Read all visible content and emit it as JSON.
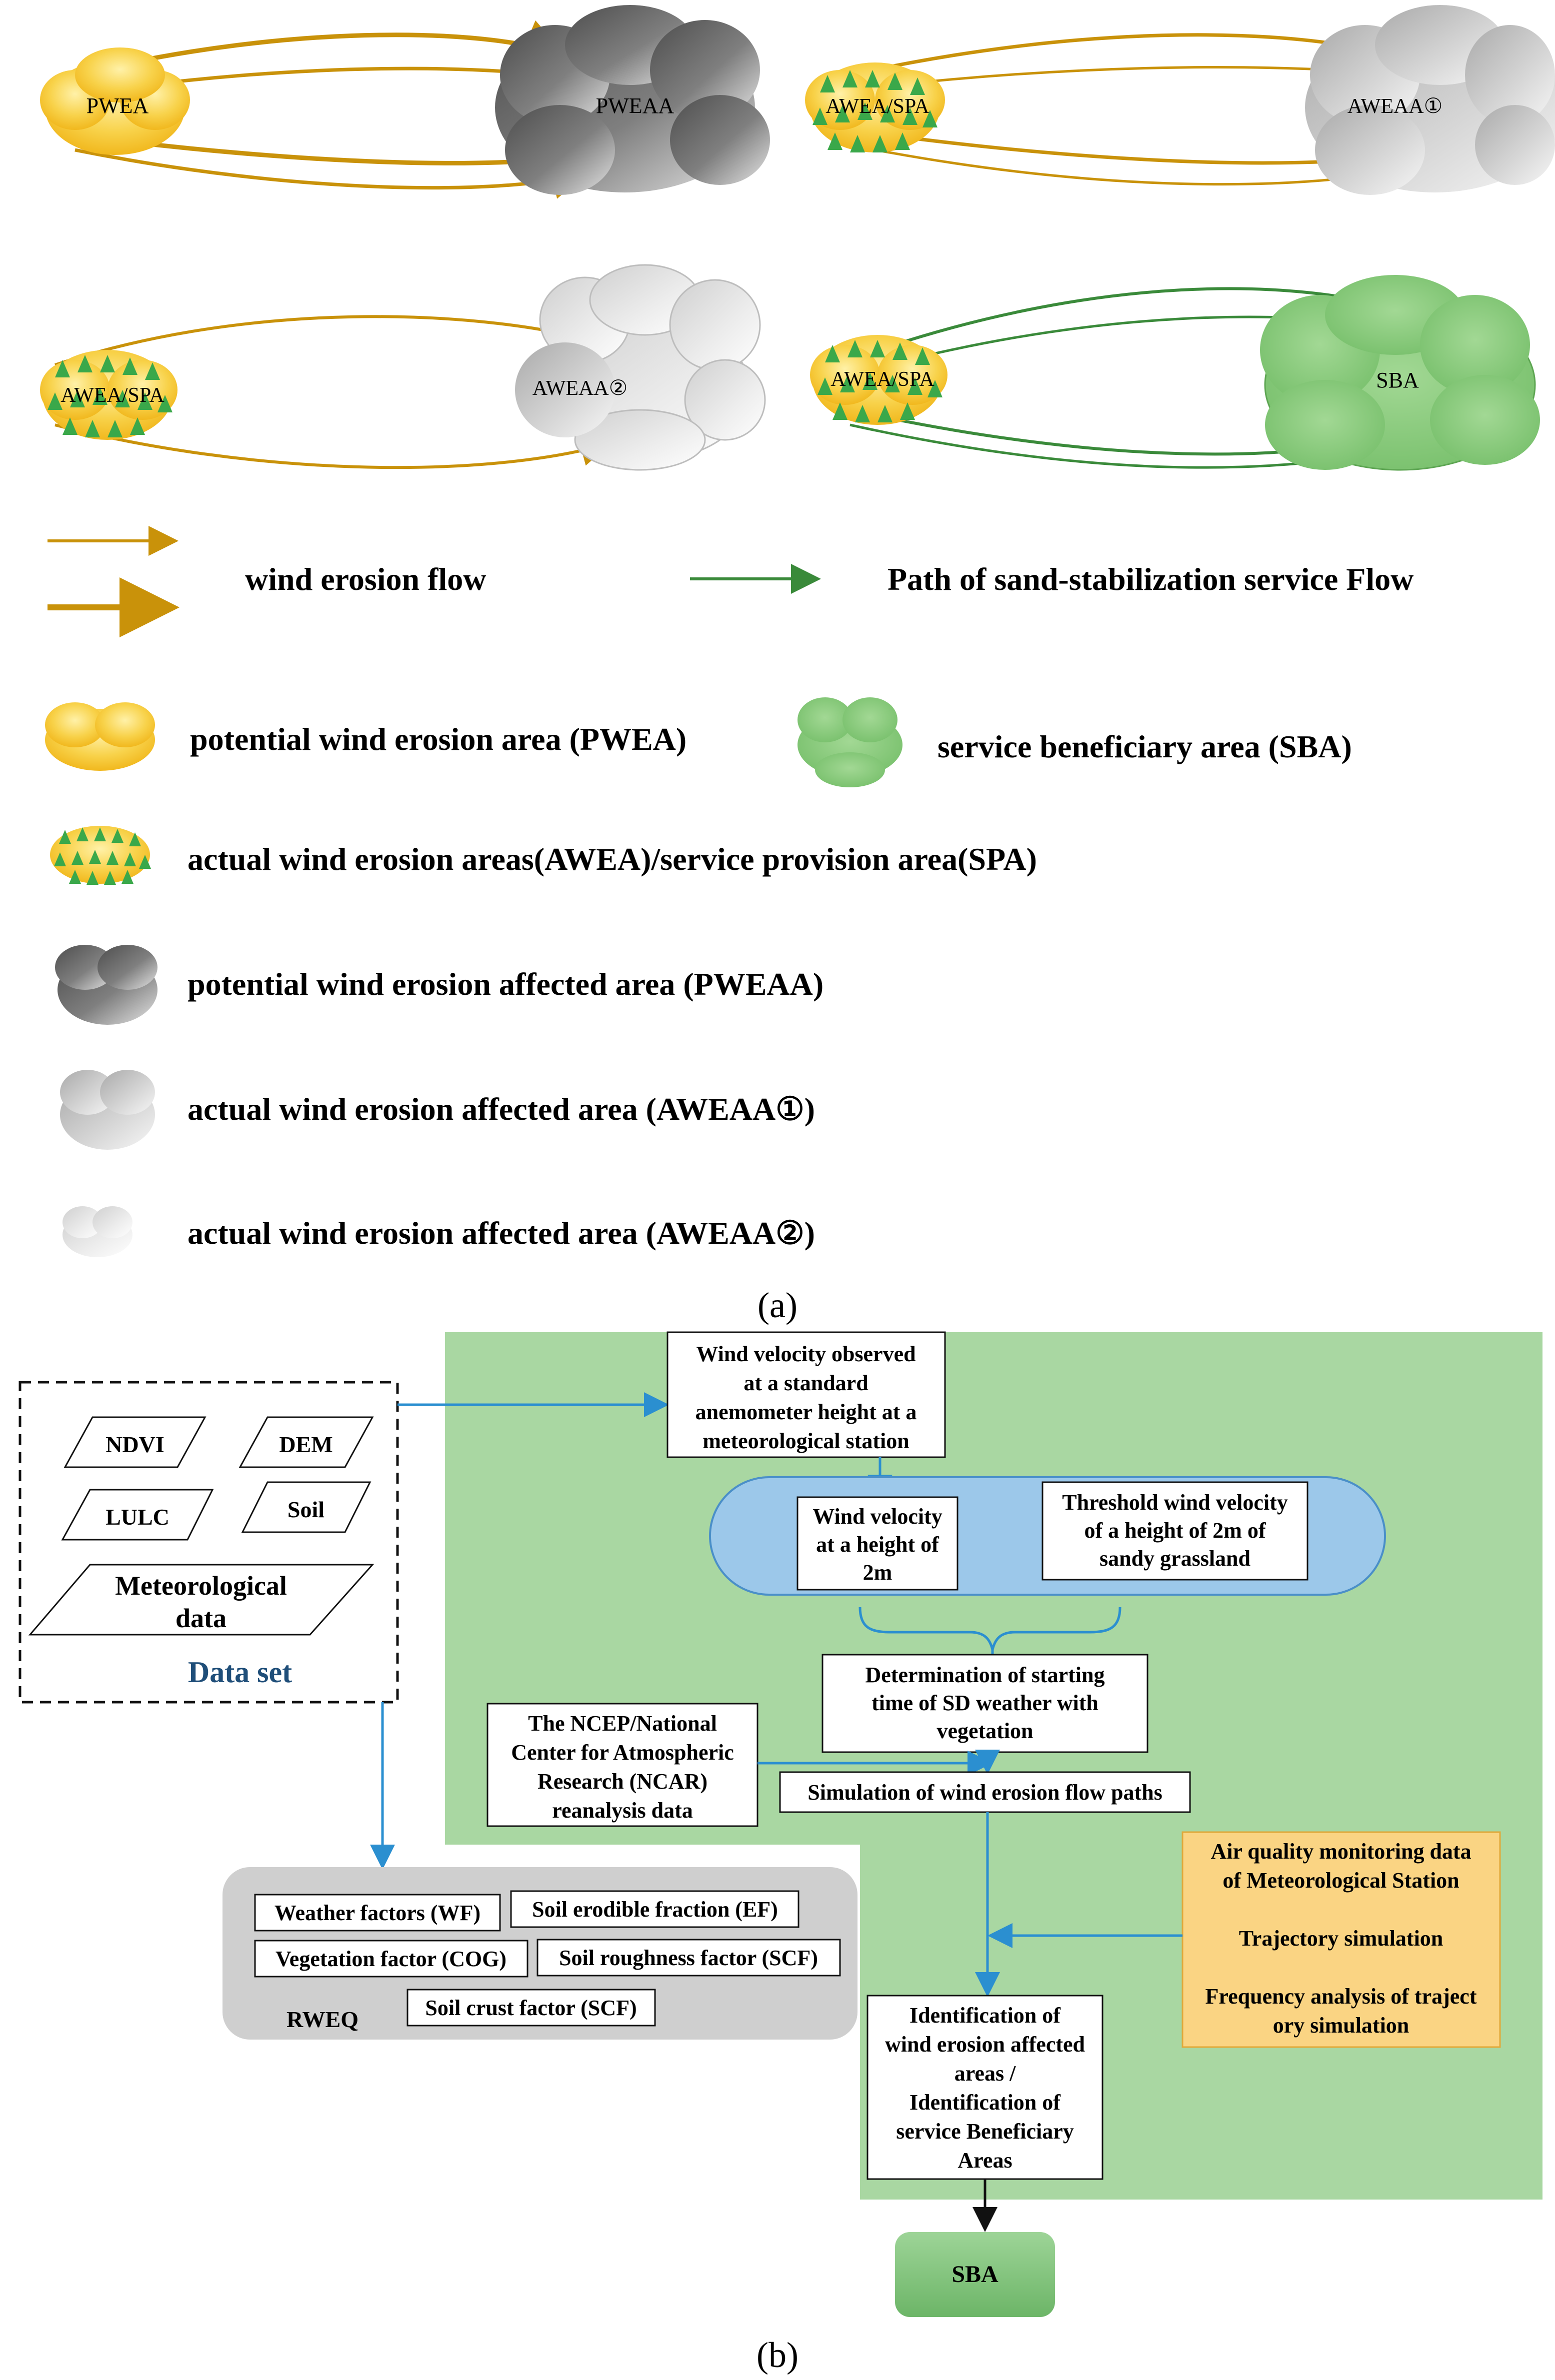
{
  "panel_a": {
    "caption": "(a)",
    "nodes": {
      "pwea": "PWEA",
      "pweaa": "PWEAA",
      "awea_spa_1": "AWEA/SPA",
      "aweaa1": "AWEAA①",
      "awea_spa_2": "AWEA/SPA",
      "aweaa2": "AWEAA②",
      "awea_spa_3": "AWEA/SPA",
      "sba": "SBA"
    },
    "legend": {
      "wind_erosion_flow": "wind erosion flow",
      "service_flow": "Path of sand-stabilization service Flow",
      "pwea": "potential wind erosion area (PWEA)",
      "sba": "service beneficiary area (SBA)",
      "awea_spa": "actual wind erosion areas(AWEA)/service provision area(SPA)",
      "pweaa": "potential wind erosion affected area (PWEAA)",
      "aweaa1": "actual wind erosion affected area (AWEAA①)",
      "aweaa2": "actual wind erosion affected area (AWEAA②)"
    },
    "colors": {
      "erosion_arrow": "#c9920a",
      "service_arrow": "#3a8a3a",
      "pwea_fill": "#f6c93a",
      "sba_fill": "#86c87a",
      "pweaa_fill": "#7a7a7a",
      "tree": "#3aa84a"
    }
  },
  "panel_b": {
    "caption": "(b)",
    "dataset": {
      "title": "Data set",
      "ndvi": "NDVI",
      "dem": "DEM",
      "lulc": "LULC",
      "soil": "Soil",
      "met_line1": "Meteorological",
      "met_line2": "data"
    },
    "wind_observed": [
      "Wind velocity observed",
      "at a standard",
      "anemometer height at a",
      "meteorological station"
    ],
    "wind_2m": [
      "Wind velocity",
      "at a height of",
      "2m"
    ],
    "threshold": [
      "Threshold wind velocity",
      "of a height of 2m of",
      "sandy grassland"
    ],
    "determination": [
      "Determination of starting",
      "time of SD weather with",
      "vegetation"
    ],
    "ncep": [
      "The NCEP/National",
      "Center for  Atmospheric",
      "Research (NCAR)",
      "reanalysis data"
    ],
    "simulation": "Simulation of wind erosion flow paths",
    "air_quality": [
      "Air quality monitoring data",
      "of Meteorological Station",
      "",
      "Trajectory simulation",
      "",
      "Frequency analysis of traject",
      "ory simulation"
    ],
    "identification": [
      "Identification of",
      "wind erosion affected",
      "areas /",
      "Identification of",
      "service Beneficiary",
      "Areas"
    ],
    "rweq": {
      "title": "RWEQ",
      "wf": "Weather factors (WF)",
      "ef": "Soil erodible fraction (EF)",
      "cog": "Vegetation factor (COG)",
      "scf_rough": "Soil roughness factor (SCF)",
      "scf_crust": "Soil crust factor (SCF)"
    },
    "sba": "SBA",
    "colors": {
      "green_panel": "#a9d7a2",
      "blue_ellipse": "#9cc8ea",
      "orange_box": "#fad483",
      "rweq_panel": "#cfcfcf",
      "sba_box": "#7dc17a",
      "connector": "#2b8fd0",
      "dataset_title": "#1f4e79"
    }
  }
}
